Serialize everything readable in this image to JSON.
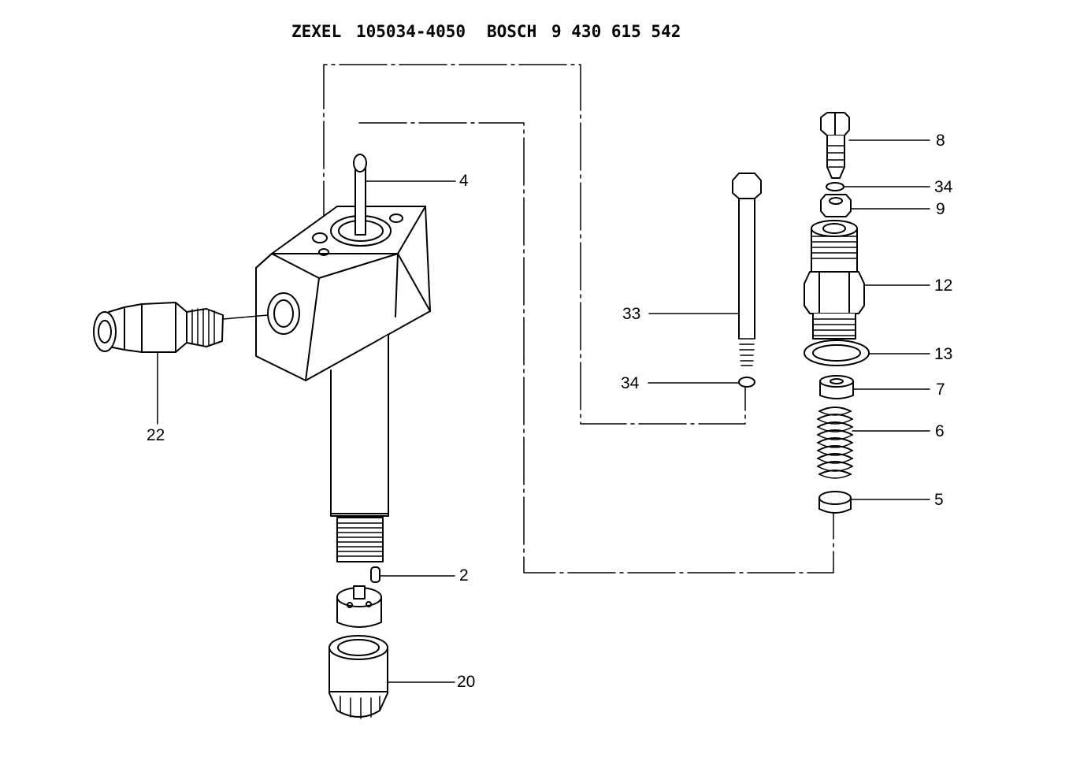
{
  "header": {
    "brand_1": "ZEXEL",
    "part_no_1": "105034-4050",
    "brand_2": "BOSCH",
    "part_no_2": "9 430 615 542"
  },
  "callouts": {
    "c4": "4",
    "c22": "22",
    "c2": "2",
    "c20": "20",
    "c33": "33",
    "c34a": "34",
    "c8": "8",
    "c34b": "34",
    "c9": "9",
    "c12": "12",
    "c13": "13",
    "c7": "7",
    "c6": "6",
    "c5": "5"
  },
  "colors": {
    "ink": "#000000",
    "paper": "#ffffff"
  }
}
